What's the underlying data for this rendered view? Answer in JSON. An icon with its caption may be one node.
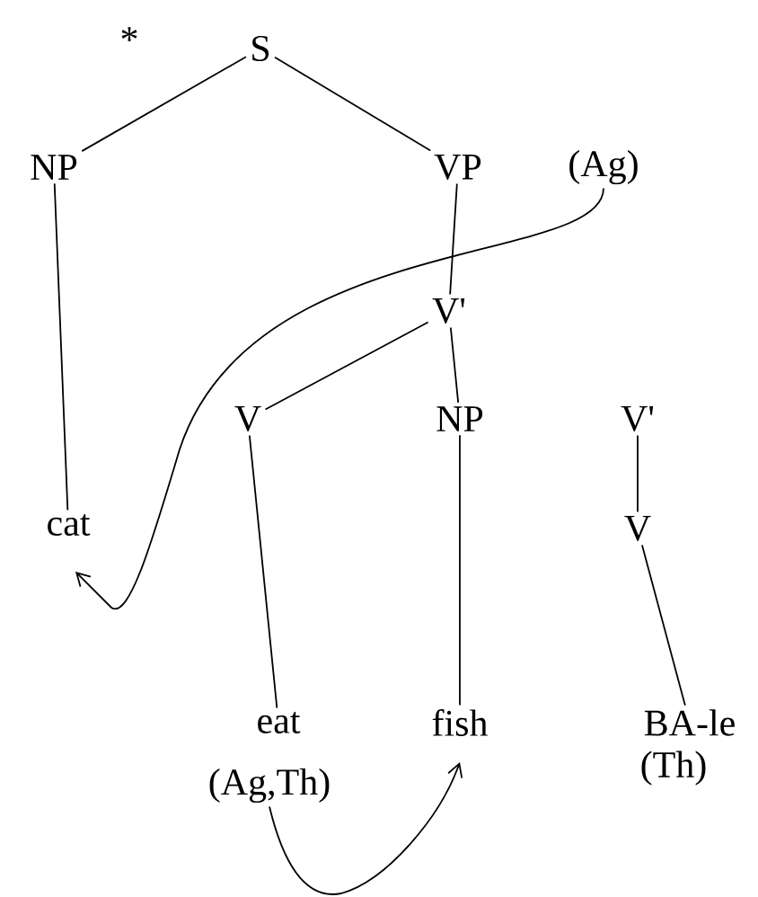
{
  "diagram": {
    "nodes": [
      {
        "text": [
          "S"
        ]
      },
      {
        "text": [
          "NP"
        ]
      },
      {
        "text": [
          "VP"
        ]
      },
      {
        "text": [
          "(Ag)"
        ]
      },
      {
        "text": [
          "V'"
        ]
      },
      {
        "text": [
          "V"
        ]
      },
      {
        "text": [
          "NP"
        ]
      },
      {
        "text": [
          "V'"
        ]
      },
      {
        "text": [
          "cat"
        ]
      },
      {
        "text": [
          "V"
        ]
      },
      {
        "text": [
          "eat"
        ]
      },
      {
        "text": [
          "fish"
        ]
      },
      {
        "text": [
          "BA-le"
        ],
        "beside": [
          "(Th)"
        ]
      },
      {
        "text": [
          "(Ag,Th)"
        ]
      }
    ],
    "edges": [
      {
        "from": 0,
        "to": 1,
        "arrow": "none"
      },
      {
        "from": 0,
        "to": 2,
        "arrow": "none"
      },
      {
        "from": 1,
        "to": 8,
        "arrow": "none"
      },
      {
        "from": 2,
        "to": 4,
        "arrow": "none"
      },
      {
        "from": 4,
        "to": 5,
        "arrow": "none"
      },
      {
        "from": 4,
        "to": 6,
        "arrow": "none"
      },
      {
        "from": 5,
        "to": 10,
        "arrow": "none"
      },
      {
        "from": 6,
        "to": 11,
        "arrow": "none"
      },
      {
        "from": 7,
        "to": 9,
        "arrow": "none"
      },
      {
        "from": 9,
        "to": 12,
        "arrow": "none"
      },
      {
        "from": 3,
        "to": 8,
        "arrow": "to"
      },
      {
        "from": 13,
        "to": 11,
        "arrow": "to"
      }
    ],
    "labels": [
      "*"
    ]
  }
}
